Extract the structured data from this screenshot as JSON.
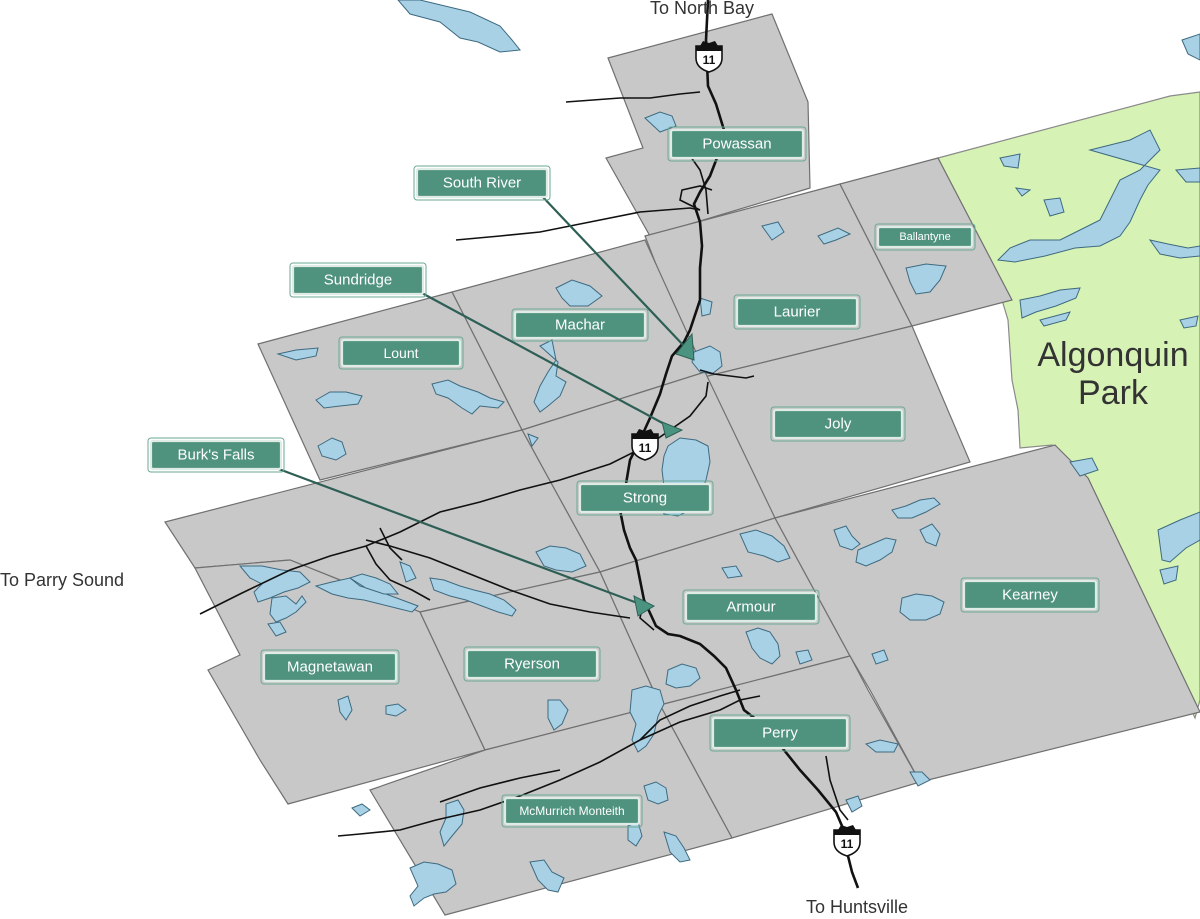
{
  "map": {
    "park_label_line1": "Algonquin",
    "park_label_line2": "Park",
    "directions": {
      "north": "To North Bay",
      "west": "To Parry Sound",
      "south": "To Huntsville"
    },
    "highway_number": "11",
    "townships": [
      "Powassan",
      "Laurier",
      "Ballantyne",
      "Machar",
      "Lount",
      "Joly",
      "Strong",
      "Armour",
      "Kearney",
      "Magnetawan",
      "Ryerson",
      "Perry",
      "McMurrich Monteith"
    ],
    "callouts": [
      "South River",
      "Sundridge",
      "Burk's Falls"
    ],
    "colors": {
      "township_fill": "#c8c8c8",
      "park_fill": "#d6f2b4",
      "lake_fill": "#a8d1e6",
      "label_fill": "#4f927d"
    }
  }
}
